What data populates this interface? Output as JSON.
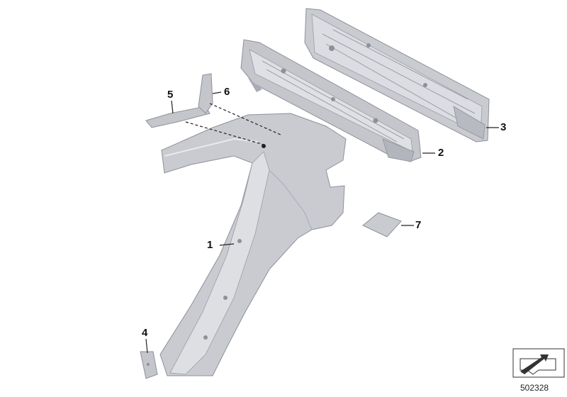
{
  "callouts": [
    "1",
    "2",
    "3",
    "4",
    "5",
    "6",
    "7"
  ],
  "diagram_number": "502328",
  "colors": {
    "panel": "#c9cbd1",
    "panel_shadow": "#a9acb4",
    "panel_light": "#e6e7eb",
    "line": "#222222"
  },
  "icons": [
    "view-direction-arrow-icon"
  ]
}
